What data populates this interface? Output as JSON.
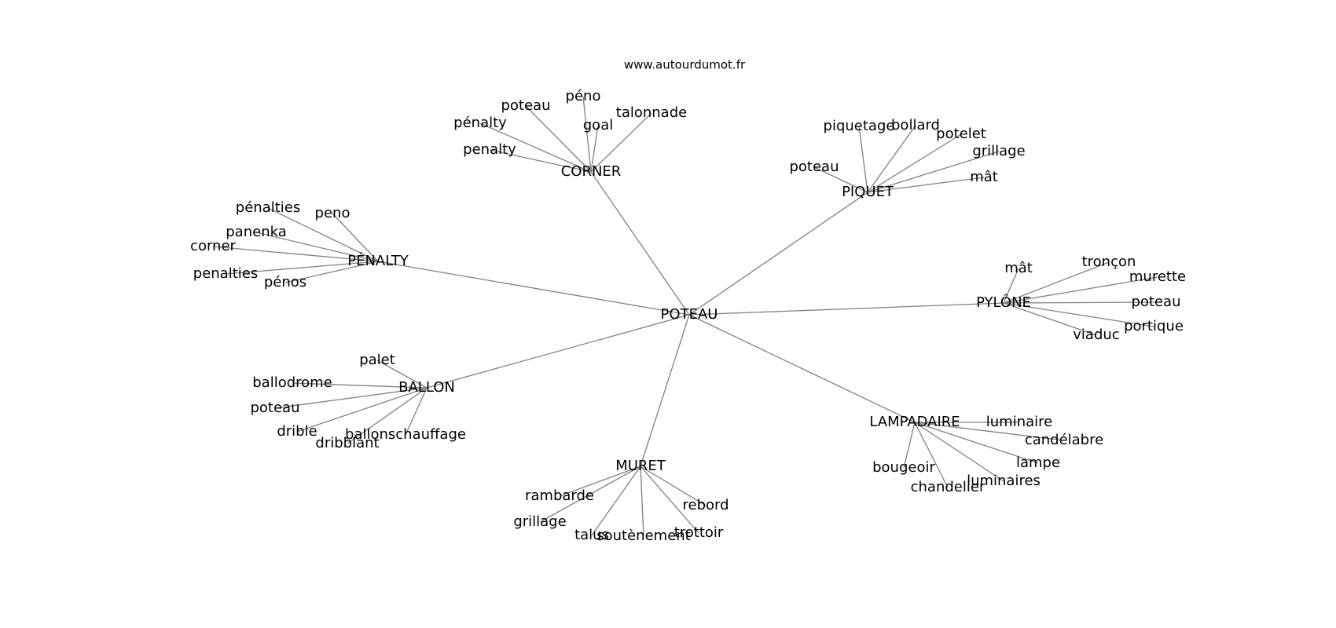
{
  "watermark": "www.autourdumot.fr",
  "colors": {
    "edge": "#808080",
    "text": "#000000",
    "background": "#ffffff"
  },
  "graph": {
    "center": "POTEAU",
    "hubs": [
      {
        "label": "CORNER",
        "leaves": [
          "péno",
          "poteau",
          "talonnade",
          "goal",
          "pénalty",
          "penalty"
        ]
      },
      {
        "label": "PIQUET",
        "leaves": [
          "piquetage",
          "bollard",
          "potelet",
          "grillage",
          "poteau",
          "mât"
        ]
      },
      {
        "label": "PÉNALTY",
        "leaves": [
          "pénalties",
          "peno",
          "panenka",
          "corner",
          "penalties",
          "pénos"
        ]
      },
      {
        "label": "PYLÔNE",
        "leaves": [
          "mât",
          "tronçon",
          "murette",
          "poteau",
          "portique",
          "viaduc"
        ]
      },
      {
        "label": "BALLON",
        "leaves": [
          "palet",
          "ballodrome",
          "poteau",
          "drible",
          "dribblant",
          "ballonschauffage"
        ]
      },
      {
        "label": "LAMPADAIRE",
        "leaves": [
          "luminaire",
          "candélabre",
          "lampe",
          "luminaires",
          "chandelier",
          "bougeoir"
        ]
      },
      {
        "label": "MURET",
        "leaves": [
          "rambarde",
          "grillage",
          "talus",
          "soutènement",
          "trottoir",
          "rebord"
        ]
      }
    ]
  }
}
